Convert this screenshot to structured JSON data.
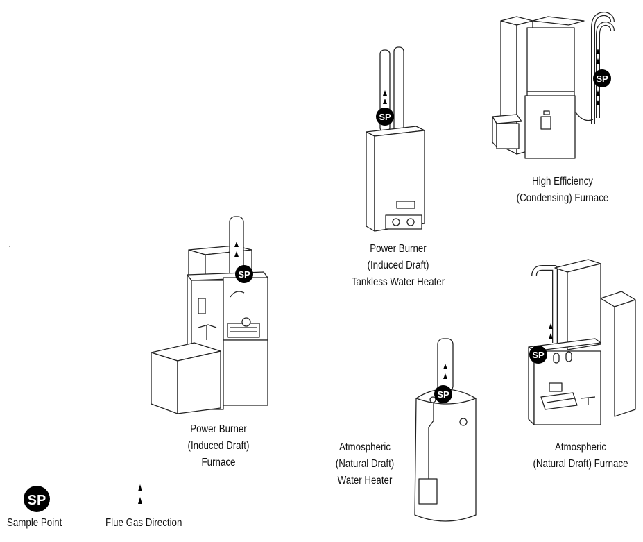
{
  "appliances": [
    {
      "id": "tankless",
      "caption": [
        "Power Burner",
        "(Induced Draft)",
        "Tankless Water Heater"
      ]
    },
    {
      "id": "condensing",
      "caption": [
        "High Efficiency",
        "(Condensing) Furnace"
      ]
    },
    {
      "id": "power-furnace",
      "caption": [
        "Power Burner",
        "(Induced Draft)",
        "Furnace"
      ]
    },
    {
      "id": "atmo-water",
      "caption": [
        "Atmospheric",
        "(Natural Draft)",
        "Water Heater"
      ]
    },
    {
      "id": "atmo-furnace",
      "caption": [
        "Atmospheric",
        "(Natural Draft) Furnace"
      ]
    }
  ],
  "marker": {
    "text": "SP"
  },
  "legend": {
    "sample_point": "Sample Point",
    "flue_direction": "Flue Gas Direction"
  },
  "colors": {
    "line": "#222222",
    "marker_fill": "#000000",
    "marker_text": "#ffffff",
    "background": "#ffffff"
  }
}
